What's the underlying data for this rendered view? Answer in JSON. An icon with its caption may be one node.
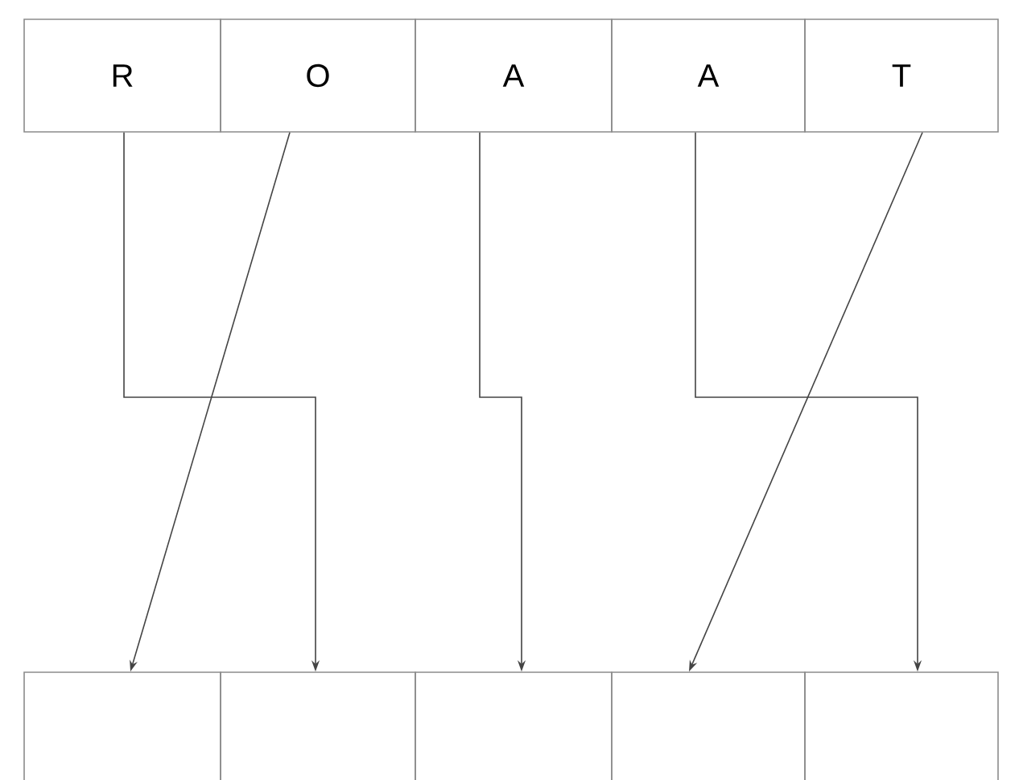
{
  "diagram": {
    "nodes": [
      {
        "text": [
          "R"
        ]
      },
      {
        "text": [
          "O"
        ]
      },
      {
        "text": [
          "A"
        ]
      },
      {
        "text": [
          "A"
        ]
      },
      {
        "text": [
          "T"
        ]
      },
      {
        "text": [],
        "shape": "box"
      },
      {
        "text": [],
        "shape": "box"
      },
      {
        "text": [],
        "shape": "box"
      },
      {
        "text": [],
        "shape": "box"
      },
      {
        "text": [],
        "shape": "box"
      }
    ],
    "edges": [
      {
        "from": 0,
        "to": 6,
        "arrow": "to"
      },
      {
        "from": 1,
        "to": 5,
        "arrow": "to"
      },
      {
        "from": 2,
        "to": 7,
        "arrow": "to"
      },
      {
        "from": 3,
        "to": 9,
        "arrow": "to"
      },
      {
        "from": 4,
        "to": 8,
        "arrow": "to"
      }
    ]
  }
}
